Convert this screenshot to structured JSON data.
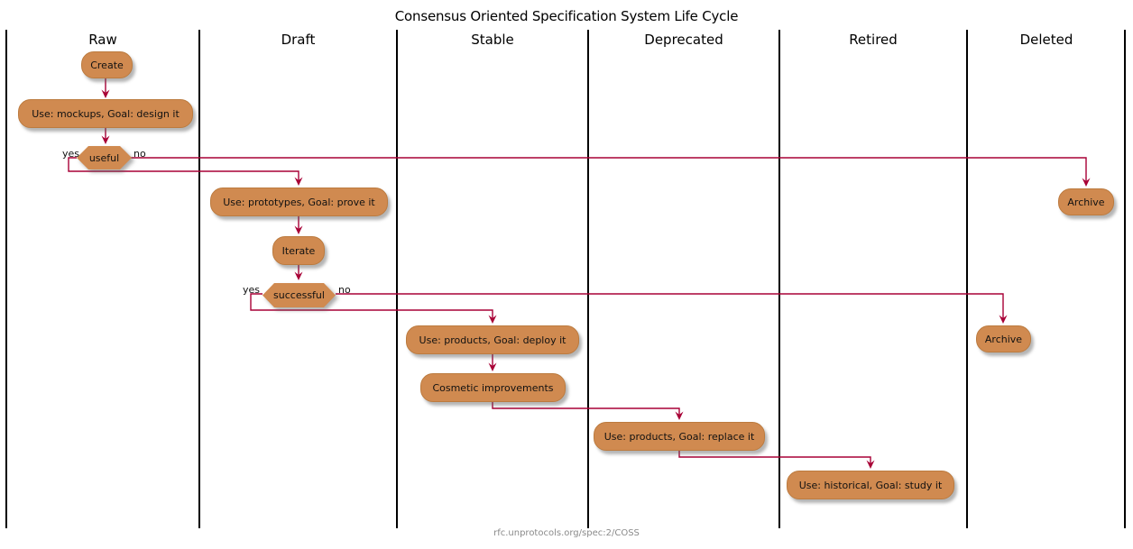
{
  "title": "Consensus Oriented Specification System Life Cycle",
  "footer": "rfc.unprotocols.org/spec:2/COSS",
  "colors": {
    "background": "#FFFFFF",
    "node_fill": "#D08A50",
    "node_border": "#BC7B3F",
    "arrow": "#A80036",
    "lane_line": "#000000",
    "title_text": "#000000",
    "footer_text": "#8A8A8A"
  },
  "lanes": [
    {
      "label": "Raw"
    },
    {
      "label": "Draft"
    },
    {
      "label": "Stable"
    },
    {
      "label": "Deprecated"
    },
    {
      "label": "Retired"
    },
    {
      "label": "Deleted"
    }
  ],
  "nodes": {
    "create": {
      "label": "Create",
      "lane": "Raw"
    },
    "mockups": {
      "label": "Use: mockups, Goal: design it",
      "lane": "Raw"
    },
    "useful": {
      "label": "useful",
      "type": "decision",
      "yes": "yes",
      "no": "no",
      "lane": "Raw"
    },
    "prototypes": {
      "label": "Use: prototypes, Goal: prove it",
      "lane": "Draft"
    },
    "iterate": {
      "label": "Iterate",
      "lane": "Draft"
    },
    "successful": {
      "label": "successful",
      "type": "decision",
      "yes": "yes",
      "no": "no",
      "lane": "Draft"
    },
    "deploy": {
      "label": "Use: products, Goal: deploy it",
      "lane": "Stable"
    },
    "cosmetic": {
      "label": "Cosmetic improvements",
      "lane": "Stable"
    },
    "replace": {
      "label": "Use: products, Goal: replace it",
      "lane": "Deprecated"
    },
    "historical": {
      "label": "Use: historical, Goal: study it",
      "lane": "Retired"
    },
    "archive_1": {
      "label": "Archive",
      "lane": "Deleted"
    },
    "archive_2": {
      "label": "Archive",
      "lane": "Deleted"
    }
  },
  "edges": [
    {
      "from": "create",
      "to": "mockups"
    },
    {
      "from": "mockups",
      "to": "useful"
    },
    {
      "from": "useful",
      "branch": "no",
      "to": "archive_1"
    },
    {
      "from": "useful",
      "branch": "yes",
      "to": "prototypes"
    },
    {
      "from": "prototypes",
      "to": "iterate"
    },
    {
      "from": "iterate",
      "to": "successful"
    },
    {
      "from": "successful",
      "branch": "no",
      "to": "archive_2"
    },
    {
      "from": "successful",
      "branch": "yes",
      "to": "deploy"
    },
    {
      "from": "deploy",
      "to": "cosmetic"
    },
    {
      "from": "cosmetic",
      "to": "replace"
    },
    {
      "from": "replace",
      "to": "historical"
    }
  ]
}
